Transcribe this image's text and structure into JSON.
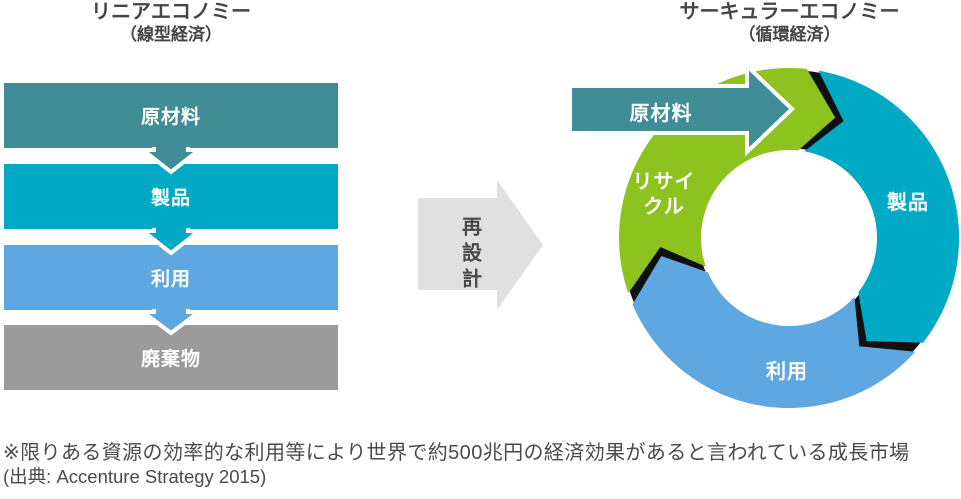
{
  "linear_economy": {
    "title": "リニアエコノミー",
    "subtitle": "（線型経済）",
    "stages": [
      {
        "label": "原材料",
        "color": "#418d95"
      },
      {
        "label": "製品",
        "color": "#00a9c4"
      },
      {
        "label": "利用",
        "color": "#5fa7e0"
      },
      {
        "label": "廃棄物",
        "color": "#9b9b9b"
      }
    ]
  },
  "transform_arrow": {
    "label": "再設計",
    "color": "#e0e0e0"
  },
  "circular_economy": {
    "title": "サーキュラーエコノミー",
    "subtitle": "（循環経済）",
    "input_arrow": {
      "label": "原材料",
      "color": "#418d95"
    },
    "segments": [
      {
        "label": "製品",
        "color": "#00a9c4",
        "start_angle": 280,
        "end_angle": 398
      },
      {
        "label": "利用",
        "color": "#5fa7e0",
        "start_angle": 42,
        "end_angle": 157
      },
      {
        "label": "リサイクル",
        "color": "#8ec31f",
        "start_angle": 161,
        "end_angle": 276
      }
    ],
    "gap_color": "#101010"
  },
  "footnote": {
    "line1": "※限りある資源の効率的な利用等により世界で約500兆円の経済効果があると言われている成長市場",
    "line2": "(出典: Accenture Strategy 2015)"
  }
}
